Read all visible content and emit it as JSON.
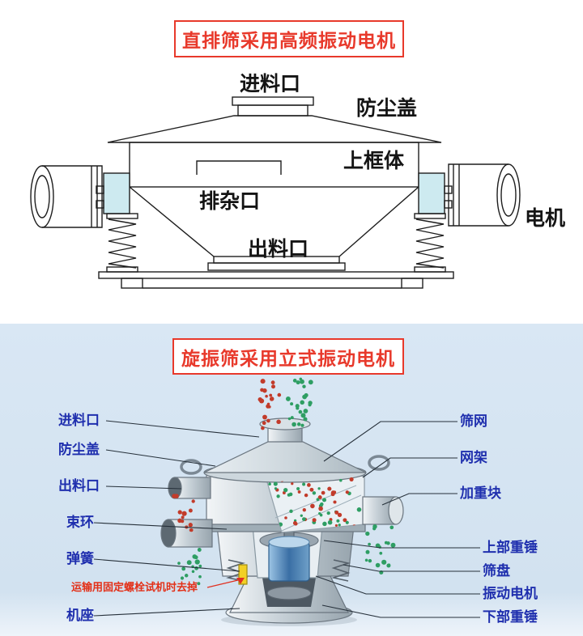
{
  "top_section": {
    "title": "直排筛采用高频振动电机",
    "labels": {
      "feed_inlet": "进料口",
      "dust_cover": "防尘盖",
      "upper_frame": "上框体",
      "impurity_outlet": "排杂口",
      "discharge_outlet": "出料口",
      "motor": "电机"
    }
  },
  "bottom_section": {
    "title": "旋振筛采用立式振动电机",
    "left_labels": [
      "进料口",
      "防尘盖",
      "出料口",
      "束环",
      "弹簧",
      "机座"
    ],
    "warning_note": "运输用固定螺栓试机时去掉",
    "right_labels": [
      "筛网",
      "网架",
      "加重块",
      "上部重锤",
      "筛盘",
      "振动电机",
      "下部重锤"
    ],
    "colors": {
      "label_blue": "#1f2fae",
      "title_red": "#e8392b",
      "background_blue": "#d9e7f4",
      "particle_red": "#c23b2a",
      "particle_green": "#2e9e63"
    }
  }
}
